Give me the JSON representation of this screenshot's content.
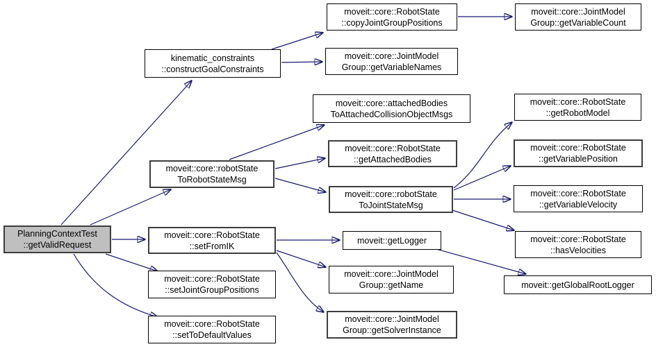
{
  "diagram": {
    "type": "call-graph",
    "background_color": "#ffffff",
    "edge_color": "#191970",
    "node_fill": "#ffffff",
    "node_border_color": "#000000",
    "emphasized_border_color": "#3d3d3d",
    "root_fill": "#bfbfbf",
    "nodes": [
      {
        "id": "getValidRequest",
        "lines": [
          "PlanningContextTest",
          "::getValidRequest"
        ]
      },
      {
        "id": "constructGoalConstraints",
        "lines": [
          "kinematic_constraints",
          "::constructGoalConstraints"
        ]
      },
      {
        "id": "copyJointGroupPositions",
        "lines": [
          "moveit::core::RobotState",
          "::copyJointGroupPositions"
        ]
      },
      {
        "id": "getVariableCount",
        "lines": [
          "moveit::core::JointModel",
          "Group::getVariableCount"
        ]
      },
      {
        "id": "getVariableNames",
        "lines": [
          "moveit::core::JointModel",
          "Group::getVariableNames"
        ]
      },
      {
        "id": "attachedBodiesToAttachedCollisionObjectMsgs",
        "lines": [
          "moveit::core::attachedBodies",
          "ToAttachedCollisionObjectMsgs"
        ]
      },
      {
        "id": "getAttachedBodies",
        "lines": [
          "moveit::core::RobotState",
          "::getAttachedBodies"
        ]
      },
      {
        "id": "robotStateToRobotStateMsg",
        "lines": [
          "moveit::core::robotState",
          "ToRobotStateMsg"
        ]
      },
      {
        "id": "robotStateToJointStateMsg",
        "lines": [
          "moveit::core::robotState",
          "ToJointStateMsg"
        ]
      },
      {
        "id": "getRobotModel",
        "lines": [
          "moveit::core::RobotState",
          "::getRobotModel"
        ]
      },
      {
        "id": "getVariablePosition",
        "lines": [
          "moveit::core::RobotState",
          "::getVariablePosition"
        ]
      },
      {
        "id": "getVariableVelocity",
        "lines": [
          "moveit::core::RobotState",
          "::getVariableVelocity"
        ]
      },
      {
        "id": "hasVelocities",
        "lines": [
          "moveit::core::RobotState",
          "::hasVelocities"
        ]
      },
      {
        "id": "getGlobalRootLogger",
        "lines": [
          "moveit::getGlobalRootLogger"
        ]
      },
      {
        "id": "setFromIK",
        "lines": [
          "moveit::core::RobotState",
          "::setFromIK"
        ]
      },
      {
        "id": "setJointGroupPositions",
        "lines": [
          "moveit::core::RobotState",
          "::setJointGroupPositions"
        ]
      },
      {
        "id": "setToDefaultValues",
        "lines": [
          "moveit::core::RobotState",
          "::setToDefaultValues"
        ]
      },
      {
        "id": "getLogger",
        "lines": [
          "moveit::getLogger"
        ]
      },
      {
        "id": "getName",
        "lines": [
          "moveit::core::JointModel",
          "Group::getName"
        ]
      },
      {
        "id": "getSolverInstance",
        "lines": [
          "moveit::core::JointModel",
          "Group::getSolverInstance"
        ]
      }
    ],
    "edges": [
      {
        "from": "getValidRequest",
        "to": "constructGoalConstraints"
      },
      {
        "from": "getValidRequest",
        "to": "robotStateToRobotStateMsg"
      },
      {
        "from": "getValidRequest",
        "to": "setFromIK"
      },
      {
        "from": "getValidRequest",
        "to": "setJointGroupPositions"
      },
      {
        "from": "getValidRequest",
        "to": "setToDefaultValues"
      },
      {
        "from": "constructGoalConstraints",
        "to": "copyJointGroupPositions"
      },
      {
        "from": "constructGoalConstraints",
        "to": "getVariableNames"
      },
      {
        "from": "copyJointGroupPositions",
        "to": "getVariableCount"
      },
      {
        "from": "robotStateToRobotStateMsg",
        "to": "attachedBodiesToAttachedCollisionObjectMsgs"
      },
      {
        "from": "robotStateToRobotStateMsg",
        "to": "getAttachedBodies"
      },
      {
        "from": "robotStateToRobotStateMsg",
        "to": "robotStateToJointStateMsg"
      },
      {
        "from": "robotStateToJointStateMsg",
        "to": "getRobotModel"
      },
      {
        "from": "robotStateToJointStateMsg",
        "to": "getVariablePosition"
      },
      {
        "from": "robotStateToJointStateMsg",
        "to": "getVariableVelocity"
      },
      {
        "from": "robotStateToJointStateMsg",
        "to": "hasVelocities"
      },
      {
        "from": "setFromIK",
        "to": "getLogger"
      },
      {
        "from": "setFromIK",
        "to": "getName"
      },
      {
        "from": "setFromIK",
        "to": "getSolverInstance"
      },
      {
        "from": "getLogger",
        "to": "getGlobalRootLogger"
      }
    ]
  }
}
